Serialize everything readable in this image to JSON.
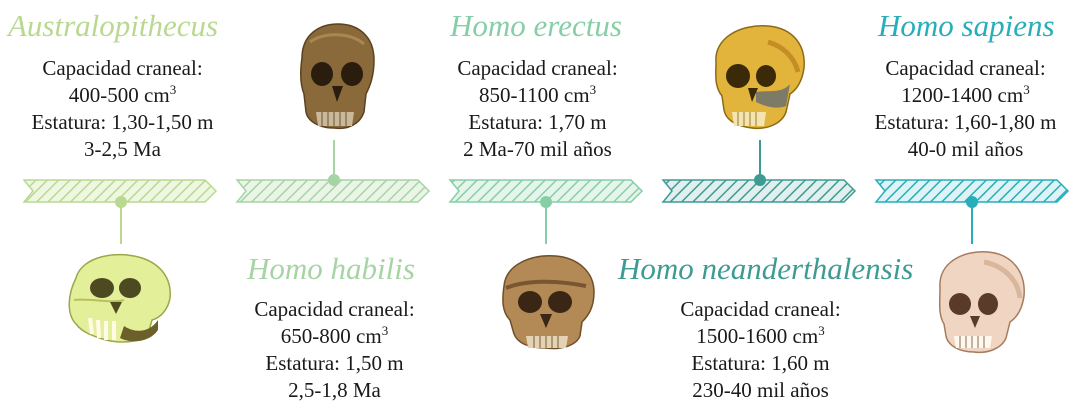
{
  "species": [
    {
      "name": "Australopithecus",
      "color": "#b8d98f",
      "lines": [
        "Capacidad craneal:",
        "400-500 cm",
        "Estatura: 1,30-1,50 m",
        "3-2,5 Ma"
      ],
      "volume_unit_exp": "3"
    },
    {
      "name": "Homo habilis",
      "color": "#a6d4a4",
      "lines": [
        "Capacidad craneal:",
        "650-800 cm",
        "Estatura: 1,50 m",
        "2,5-1,8 Ma"
      ],
      "volume_unit_exp": "3"
    },
    {
      "name": "Homo erectus",
      "color": "#86cfa6",
      "lines": [
        "Capacidad craneal:",
        "850-1100 cm",
        "Estatura: 1,70 m",
        "2 Ma-70 mil años"
      ],
      "volume_unit_exp": "3"
    },
    {
      "name": "Homo neanderthalensis",
      "color": "#3e9b94",
      "lines": [
        "Capacidad craneal:",
        "1500-1600 cm",
        "Estatura: 1,60 m",
        "230-40 mil años"
      ],
      "volume_unit_exp": "3"
    },
    {
      "name": "Homo sapiens",
      "color": "#27aeba",
      "lines": [
        "Capacidad craneal:",
        "1200-1400 cm",
        "Estatura: 1,60-1,80 m",
        "40-0 mil años"
      ],
      "volume_unit_exp": "3"
    }
  ],
  "skull_icons": [
    "australopithecus-skull",
    "habilis-skull",
    "erectus-skull",
    "neanderthal-skull",
    "sapiens-skull"
  ]
}
